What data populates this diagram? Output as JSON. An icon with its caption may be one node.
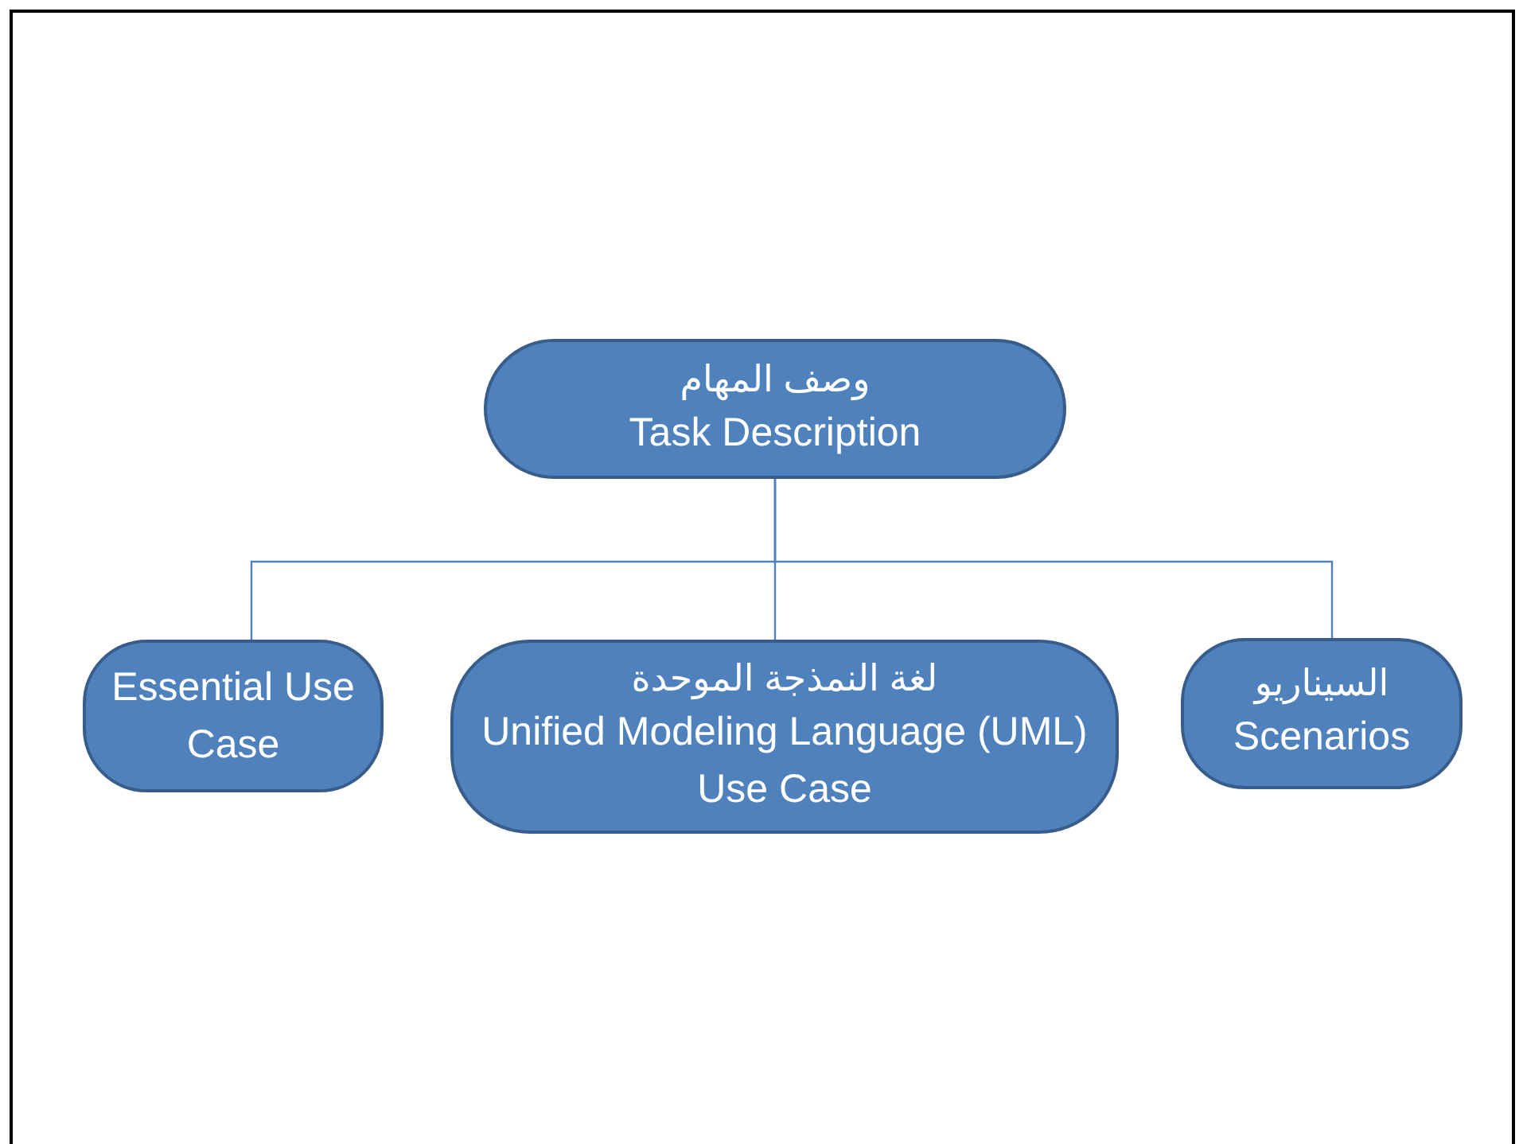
{
  "diagram": {
    "nodes": [
      {
        "text": [
          "وصف المهام",
          "Task Description"
        ]
      },
      {
        "text": [
          "Essential Use Case"
        ]
      },
      {
        "text": [
          "لغة النمذجة الموحدة",
          "Unified Modeling Language (UML) Use Case"
        ]
      },
      {
        "text": [
          "السيناريو",
          "Scenarios"
        ]
      }
    ],
    "edges": [
      {
        "from": 0,
        "to": 1,
        "arrow": "none"
      },
      {
        "from": 0,
        "to": 2,
        "arrow": "none"
      },
      {
        "from": 0,
        "to": 3,
        "arrow": "none"
      }
    ]
  }
}
